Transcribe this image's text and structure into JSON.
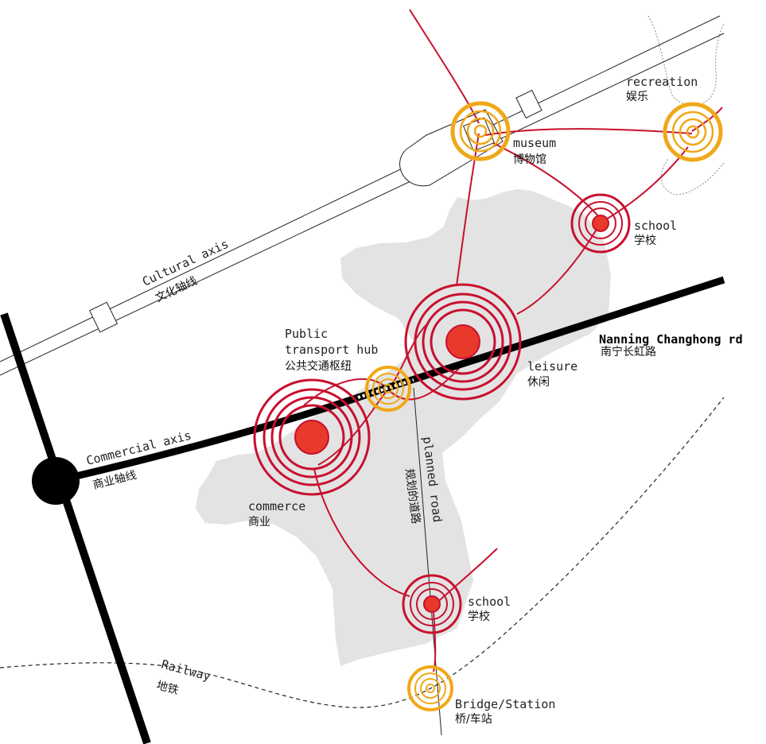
{
  "labels": {
    "recreation_en": "recreation",
    "recreation_zh": "娱乐",
    "museum_en": "museum",
    "museum_zh": "博物馆",
    "school_top_en": "school",
    "school_top_zh": "学校",
    "cultural_axis_en": "Cultural axis",
    "cultural_axis_zh": "文化轴线",
    "hub_en_line1": "Public",
    "hub_en_line2": "transport hub",
    "hub_zh": "公共交通枢纽",
    "road_en": "Nanning Changhong rd",
    "road_zh": "南宁长虹路",
    "leisure_en": "leisure",
    "leisure_zh": "休闲",
    "commercial_axis_en": "Commercial axis",
    "commercial_axis_zh": "商业轴线",
    "planned_road_en": "planned road",
    "planned_road_zh": "规划的道路",
    "commerce_en": "commerce",
    "commerce_zh": "商业",
    "school_bottom_en": "school",
    "school_bottom_zh": "学校",
    "railway_en": "Railway",
    "railway_zh": "地铁",
    "station_en": "Bridge/Station",
    "station_zh": "桥/车站"
  },
  "colors": {
    "red": "#c8102e",
    "red_fill": "#e8392c",
    "orange": "#f0a818",
    "grey_area": "#e3e3e3",
    "black": "#000000"
  }
}
